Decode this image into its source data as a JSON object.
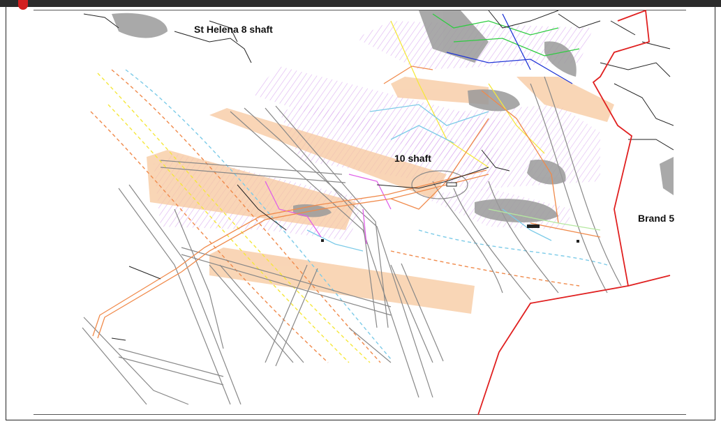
{
  "map": {
    "labels": {
      "st_helena": "St Helena 8 shaft",
      "ten_shaft": "10 shaft",
      "brand5": "Brand 5"
    }
  },
  "colors": {
    "boundary": "#e02020",
    "reef_band": "#f7c89e",
    "hatch": "#d8a6f0",
    "orange_dev": "#f08a4b",
    "blue_dev": "#7ccbe8",
    "yellow_dev": "#f5e83c",
    "green_dev": "#2ecc40",
    "navy_dev": "#2036d6",
    "magenta_dev": "#e060e8",
    "fault": "#888888",
    "workings": "#9a9a9a",
    "tunnels": "#222222"
  }
}
